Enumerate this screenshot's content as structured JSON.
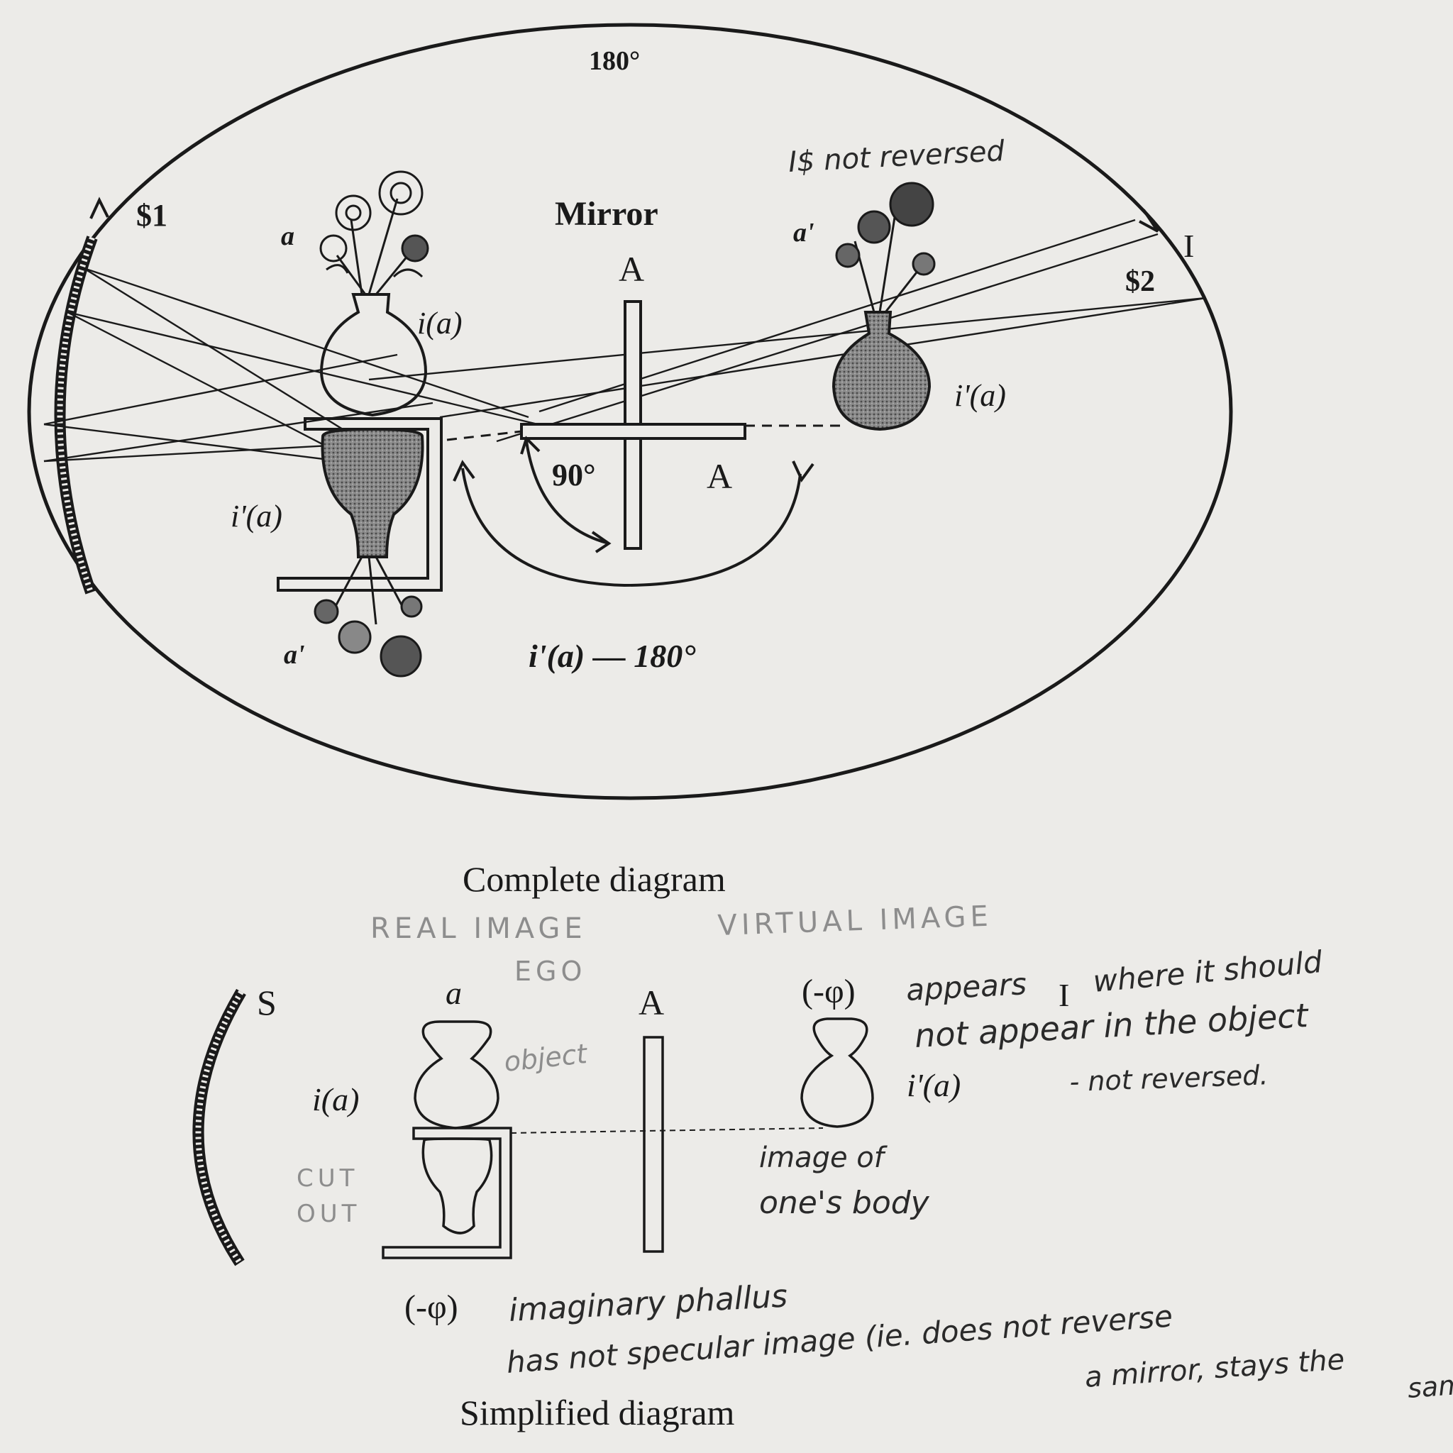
{
  "complete": {
    "angle_top": "180°",
    "s1": "$1",
    "s2": "$2",
    "i_label": "I",
    "a": "a",
    "a_prime_top": "a'",
    "a_prime_bottom": "a'",
    "mirror": "Mirror",
    "mirror_a_top": "A",
    "mirror_a_right": "A",
    "i_a": "i(a)",
    "i_prime_a_left": "i'(a)",
    "i_prime_a_right": "i'(a)",
    "angle_90": "90°",
    "bottom_formula": "i'(a) — 180°",
    "caption": "Complete diagram",
    "handwritten_not_reversed": "I$ not reversed"
  },
  "simplified": {
    "s": "S",
    "a": "a",
    "mirror_a": "A",
    "neg_phi_top": "(-φ)",
    "neg_phi_bottom": "(-φ)",
    "i_label": "I",
    "i_a": "i(a)",
    "i_prime_a": "i'(a)",
    "caption": "Simplified diagram"
  },
  "annotations": {
    "real_image": "REAL IMAGE",
    "virtual_image": "VIRTUAL IMAGE",
    "ego": "EGO",
    "object": "object",
    "cut_out_1": "CUT",
    "cut_out_2": "OUT",
    "appears_1": "appears",
    "appears_2": "where it should",
    "appears_3": "not appear in the object",
    "appears_4": "- not reversed.",
    "image_body_1": "image of",
    "image_body_2": "one's body",
    "imaginary_1": "imaginary phallus",
    "imaginary_2": "has not specular image (ie. does not reverse",
    "imaginary_3": "a mirror, stays the",
    "imaginary_4": "same"
  },
  "colors": {
    "paper": "#ecebe8",
    "ink": "#1a1a1a",
    "pencil": "#8d8d8d",
    "shade": "#6e6e6e"
  }
}
